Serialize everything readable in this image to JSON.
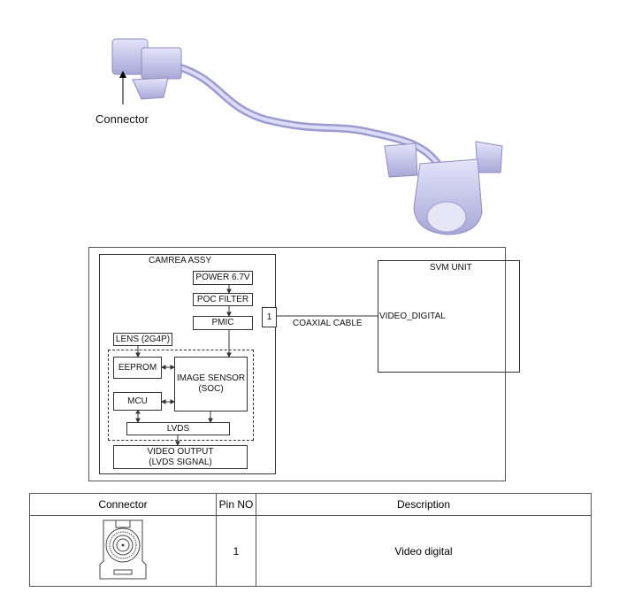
{
  "illustration": {
    "connector_label": "Connector"
  },
  "diagram": {
    "camera_assy": "CAMREA ASSY",
    "power": "POWER 6.7V",
    "poc_filter": "POC FILTER",
    "pmic": "PMIC",
    "lens": "LENS (2G4P)",
    "eeprom": "EEPROM",
    "image_sensor_1": "IMAGE SENSOR",
    "image_sensor_2": "(SOC)",
    "mcu": "MCU",
    "lvds": "LVDS",
    "video_output_1": "VIDEO OUTPUT",
    "video_output_2": "(LVDS SIGNAL)",
    "pin": "1",
    "coaxial_cable": "COAXIAL CABLE",
    "svm_unit": "SVM UNIT",
    "video_digital": "VIDEO_DIGITAL"
  },
  "table": {
    "headers": [
      "Connector",
      "Pin NO",
      "Description"
    ],
    "rows": [
      {
        "pin": "1",
        "description": "Video digital"
      }
    ]
  }
}
